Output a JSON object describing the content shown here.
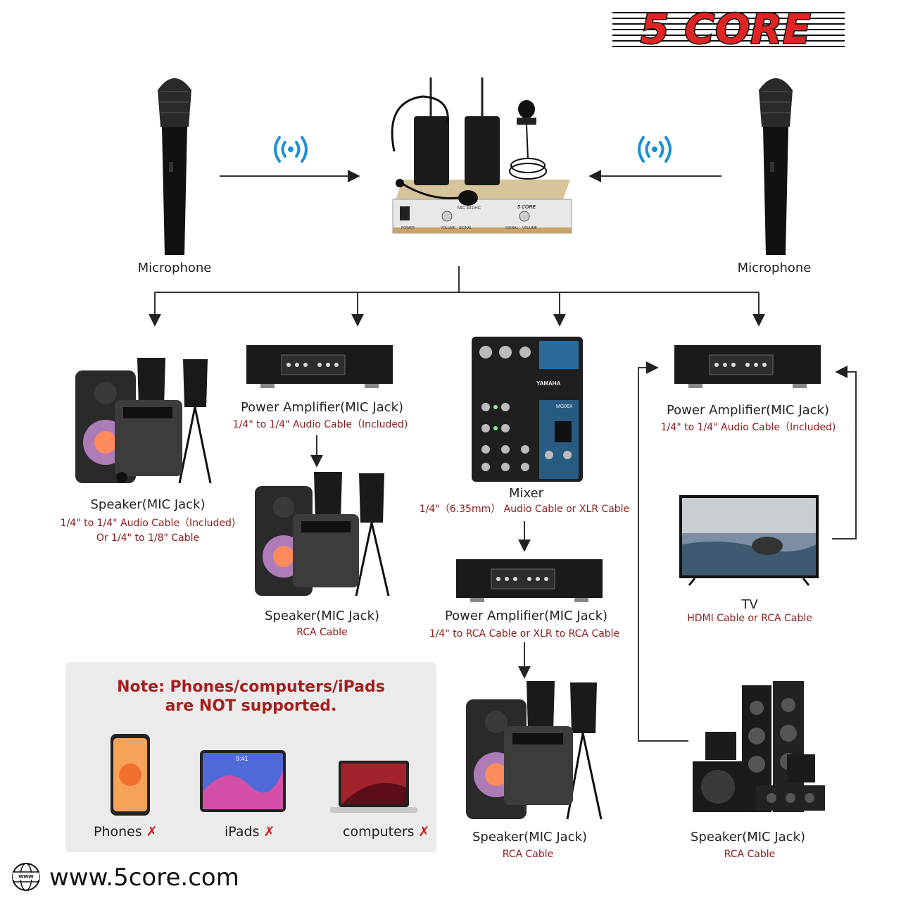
{
  "brand": {
    "logo_text": "5 CORE",
    "website": "www.5core.com",
    "web_icon_text": "www"
  },
  "nodes": {
    "mic_left": {
      "label": "Microphone"
    },
    "mic_right": {
      "label": "Microphone"
    },
    "receiver": {
      "model": "MIC 301/HC",
      "brand": "5 CORE",
      "knob_labels": [
        "POWER",
        "VOLUME",
        "SIGNAL",
        "SIGNAL",
        "VOLUME"
      ]
    },
    "speaker1": {
      "label": "Speaker(MIC Jack)",
      "cable_line1": "1/4\" to 1/4\" Audio Cable（Included)",
      "cable_line2": "Or 1/4\"  to 1/8\" Cable"
    },
    "amp1": {
      "label": "Power Amplifier(MIC Jack)",
      "cable": "1/4\" to 1/4\" Audio Cable（Included)"
    },
    "speaker2": {
      "label": "Speaker(MIC Jack)",
      "cable": "RCA Cable"
    },
    "mixer": {
      "label": "Mixer",
      "cable": "1/4\"（6.35mm） Audio Cable or XLR Cable",
      "brand": "YAMAHA",
      "model": "MG06X"
    },
    "amp2": {
      "label": "Power Amplifier(MIC Jack)",
      "cable": "1/4\" to RCA Cable  or XLR to RCA Cable"
    },
    "speaker3": {
      "label": "Speaker(MIC Jack)",
      "cable": "RCA Cable"
    },
    "amp3": {
      "label": "Power Amplifier(MIC Jack)",
      "cable": "1/4\" to 1/4\" Audio Cable（Included)"
    },
    "tv": {
      "label": "TV",
      "cable": "HDMI Cable or RCA Cable"
    },
    "speaker4": {
      "label": "Speaker(MIC Jack)",
      "cable": "RCA Cable"
    }
  },
  "note": {
    "line1": "Note: Phones/computers/iPads",
    "line2": "are NOT supported.",
    "devices": [
      {
        "label": "Phones",
        "mark": "✗"
      },
      {
        "label": "iPads",
        "mark": "✗"
      },
      {
        "label": "computers",
        "mark": "✗"
      }
    ],
    "ipad_time": "9:41"
  },
  "colors": {
    "accent_red": "#8b1a1a",
    "logo_red": "#e02424",
    "note_bg": "#ebebeb",
    "wireless_blue": "#1c8fd4"
  }
}
